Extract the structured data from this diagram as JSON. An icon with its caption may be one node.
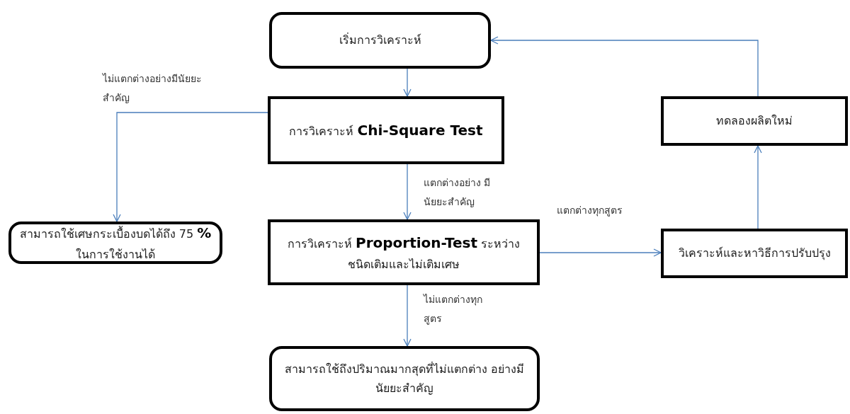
{
  "diagram": {
    "nodes": [
      {
        "text": [
          "เริ่มการวิเคราะห์"
        ]
      },
      {
        "text": [
          "การวิเคราะห์ **Chi-Square Test**"
        ]
      },
      {
        "text": [
          "สามารถใช้เศษกระเบื้องบดได้ถึง 75 **%** ในการใช้งานได้"
        ]
      },
      {
        "text": [
          "การวิเคราะห์ **Proportion-Test** ระหว่าง ชนิดเติมและไม่เติมเศษ"
        ]
      },
      {
        "text": [
          "สามารถใช้ถึงปริมาณมากสุดที่ไม่แตกต่าง อย่างมีนัยยะสำคัญ"
        ]
      },
      {
        "text": [
          "วิเคราะห์และหาวิธีการปรับปรุง"
        ]
      },
      {
        "text": [
          "ทดลองผลิตใหม่"
        ]
      }
    ],
    "edges": [
      {
        "from": 0,
        "to": 1,
        "arrow": "to"
      },
      {
        "from": 1,
        "to": 2,
        "label": "ไม่แตกต่างอย่างมีนัยยะ สำคัญ",
        "arrow": "to"
      },
      {
        "from": 1,
        "to": 3,
        "label": "แตกต่างอย่าง มีนัยยะสำคัญ",
        "arrow": "to"
      },
      {
        "from": 3,
        "to": 5,
        "label": "แตกต่างทุกสูตร",
        "arrow": "to"
      },
      {
        "from": 3,
        "to": 4,
        "label": "ไม่แตกต่างทุก สูตร",
        "arrow": "to"
      },
      {
        "from": 5,
        "to": 6,
        "arrow": "to"
      },
      {
        "from": 6,
        "to": 0,
        "arrow": "to"
      }
    ]
  }
}
